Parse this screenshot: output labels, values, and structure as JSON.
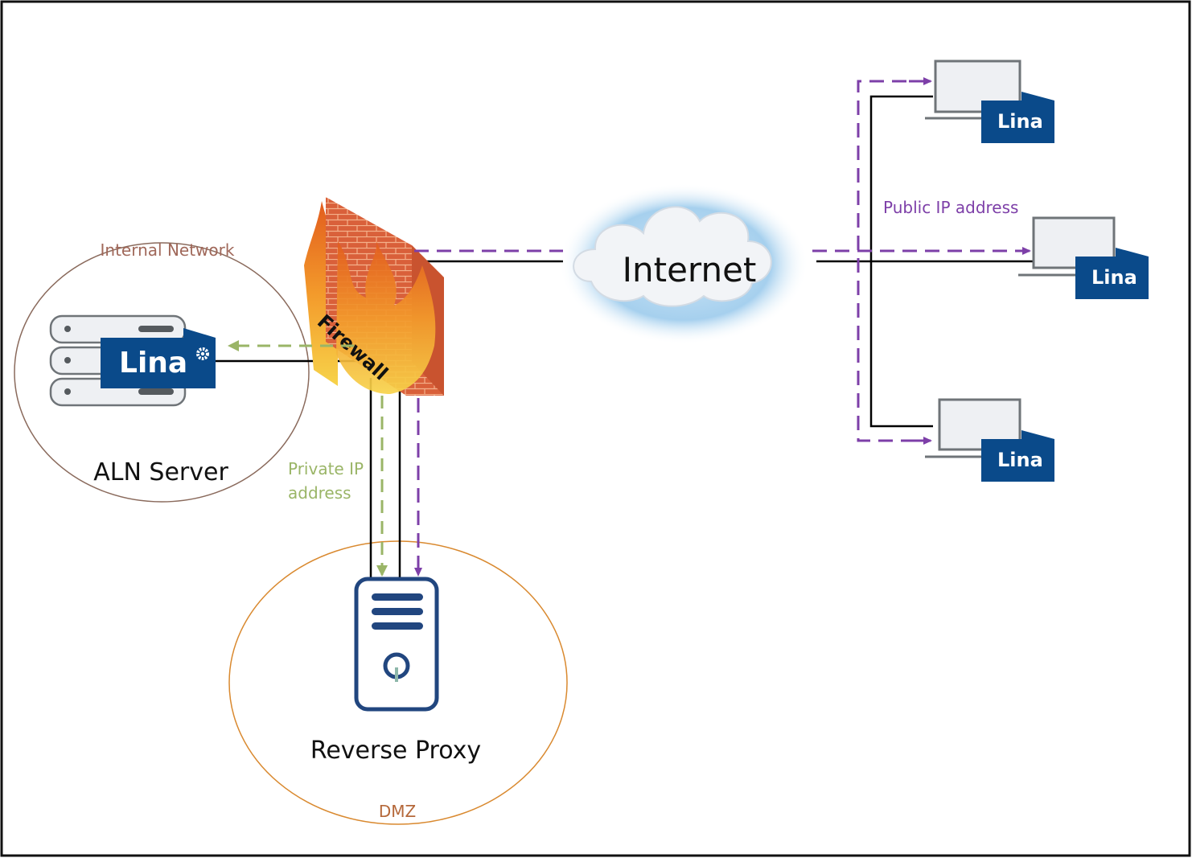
{
  "labels": {
    "internal_network": "Internal Network",
    "aln_server": "ALN Server",
    "firewall": "Firewall",
    "internet": "Internet",
    "public_ip": "Public IP address",
    "private_ip_line1": "Private IP",
    "private_ip_line2": "address",
    "reverse_proxy": "Reverse Proxy",
    "dmz": "DMZ"
  },
  "badges": {
    "server": "Lina",
    "client_top": "Lina",
    "client_middle": "Lina",
    "client_bottom": "Lina"
  },
  "colors": {
    "border": "#111111",
    "internal_network_circle": "#8a6a5c",
    "internal_network_text": "#a0685a",
    "dmz_circle": "#d9892f",
    "dmz_text": "#b5683a",
    "private_ip": "#9ab567",
    "public_ip": "#7d3fa8",
    "badge": "#0a4a8a",
    "server_icon": "#21467f",
    "solid_link": "#000000"
  }
}
